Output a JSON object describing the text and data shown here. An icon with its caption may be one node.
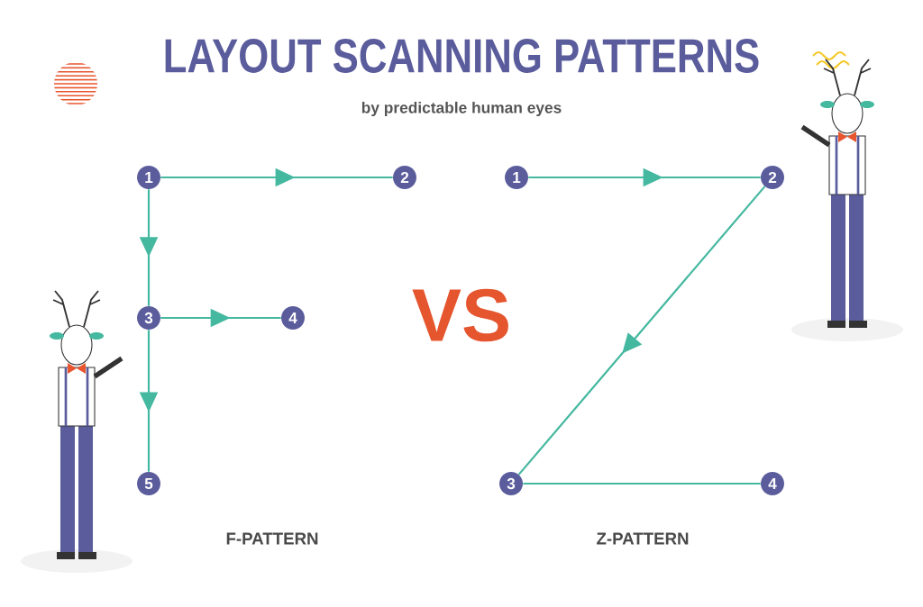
{
  "diagram": {
    "title": "LAYOUT SCANNING PATTERNS",
    "nodes": [
      {
        "text": [
          "1"
        ]
      },
      {
        "text": [
          "2"
        ]
      },
      {
        "text": [
          "3"
        ]
      },
      {
        "text": [
          "4"
        ]
      },
      {
        "text": [
          "5"
        ]
      },
      {
        "text": [
          "1"
        ]
      },
      {
        "text": [
          "2"
        ]
      },
      {
        "text": [
          "3"
        ]
      },
      {
        "text": [
          "4"
        ]
      }
    ],
    "edges": [
      {
        "from": 0,
        "to": 1,
        "arrow": "to"
      },
      {
        "from": 0,
        "to": 2,
        "arrow": "to"
      },
      {
        "from": 2,
        "to": 3,
        "arrow": "to"
      },
      {
        "from": 2,
        "to": 4,
        "arrow": "to"
      },
      {
        "from": 5,
        "to": 6,
        "arrow": "to"
      },
      {
        "from": 6,
        "to": 7,
        "arrow": "to"
      },
      {
        "from": 7,
        "to": 8,
        "arrow": "none"
      }
    ],
    "labels": [
      "by predictable human eyes",
      "VS",
      "F-PATTERN",
      "Z-PATTERN"
    ]
  }
}
